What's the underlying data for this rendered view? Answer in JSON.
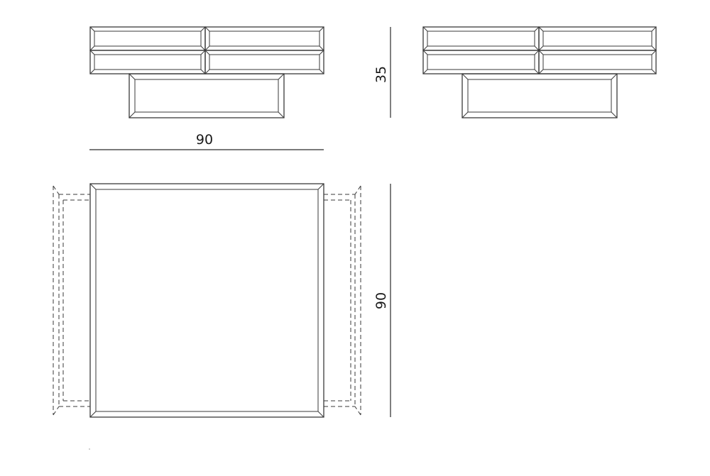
{
  "dimensions": {
    "front_width": "90",
    "height": "35",
    "plan_depth": "90"
  }
}
